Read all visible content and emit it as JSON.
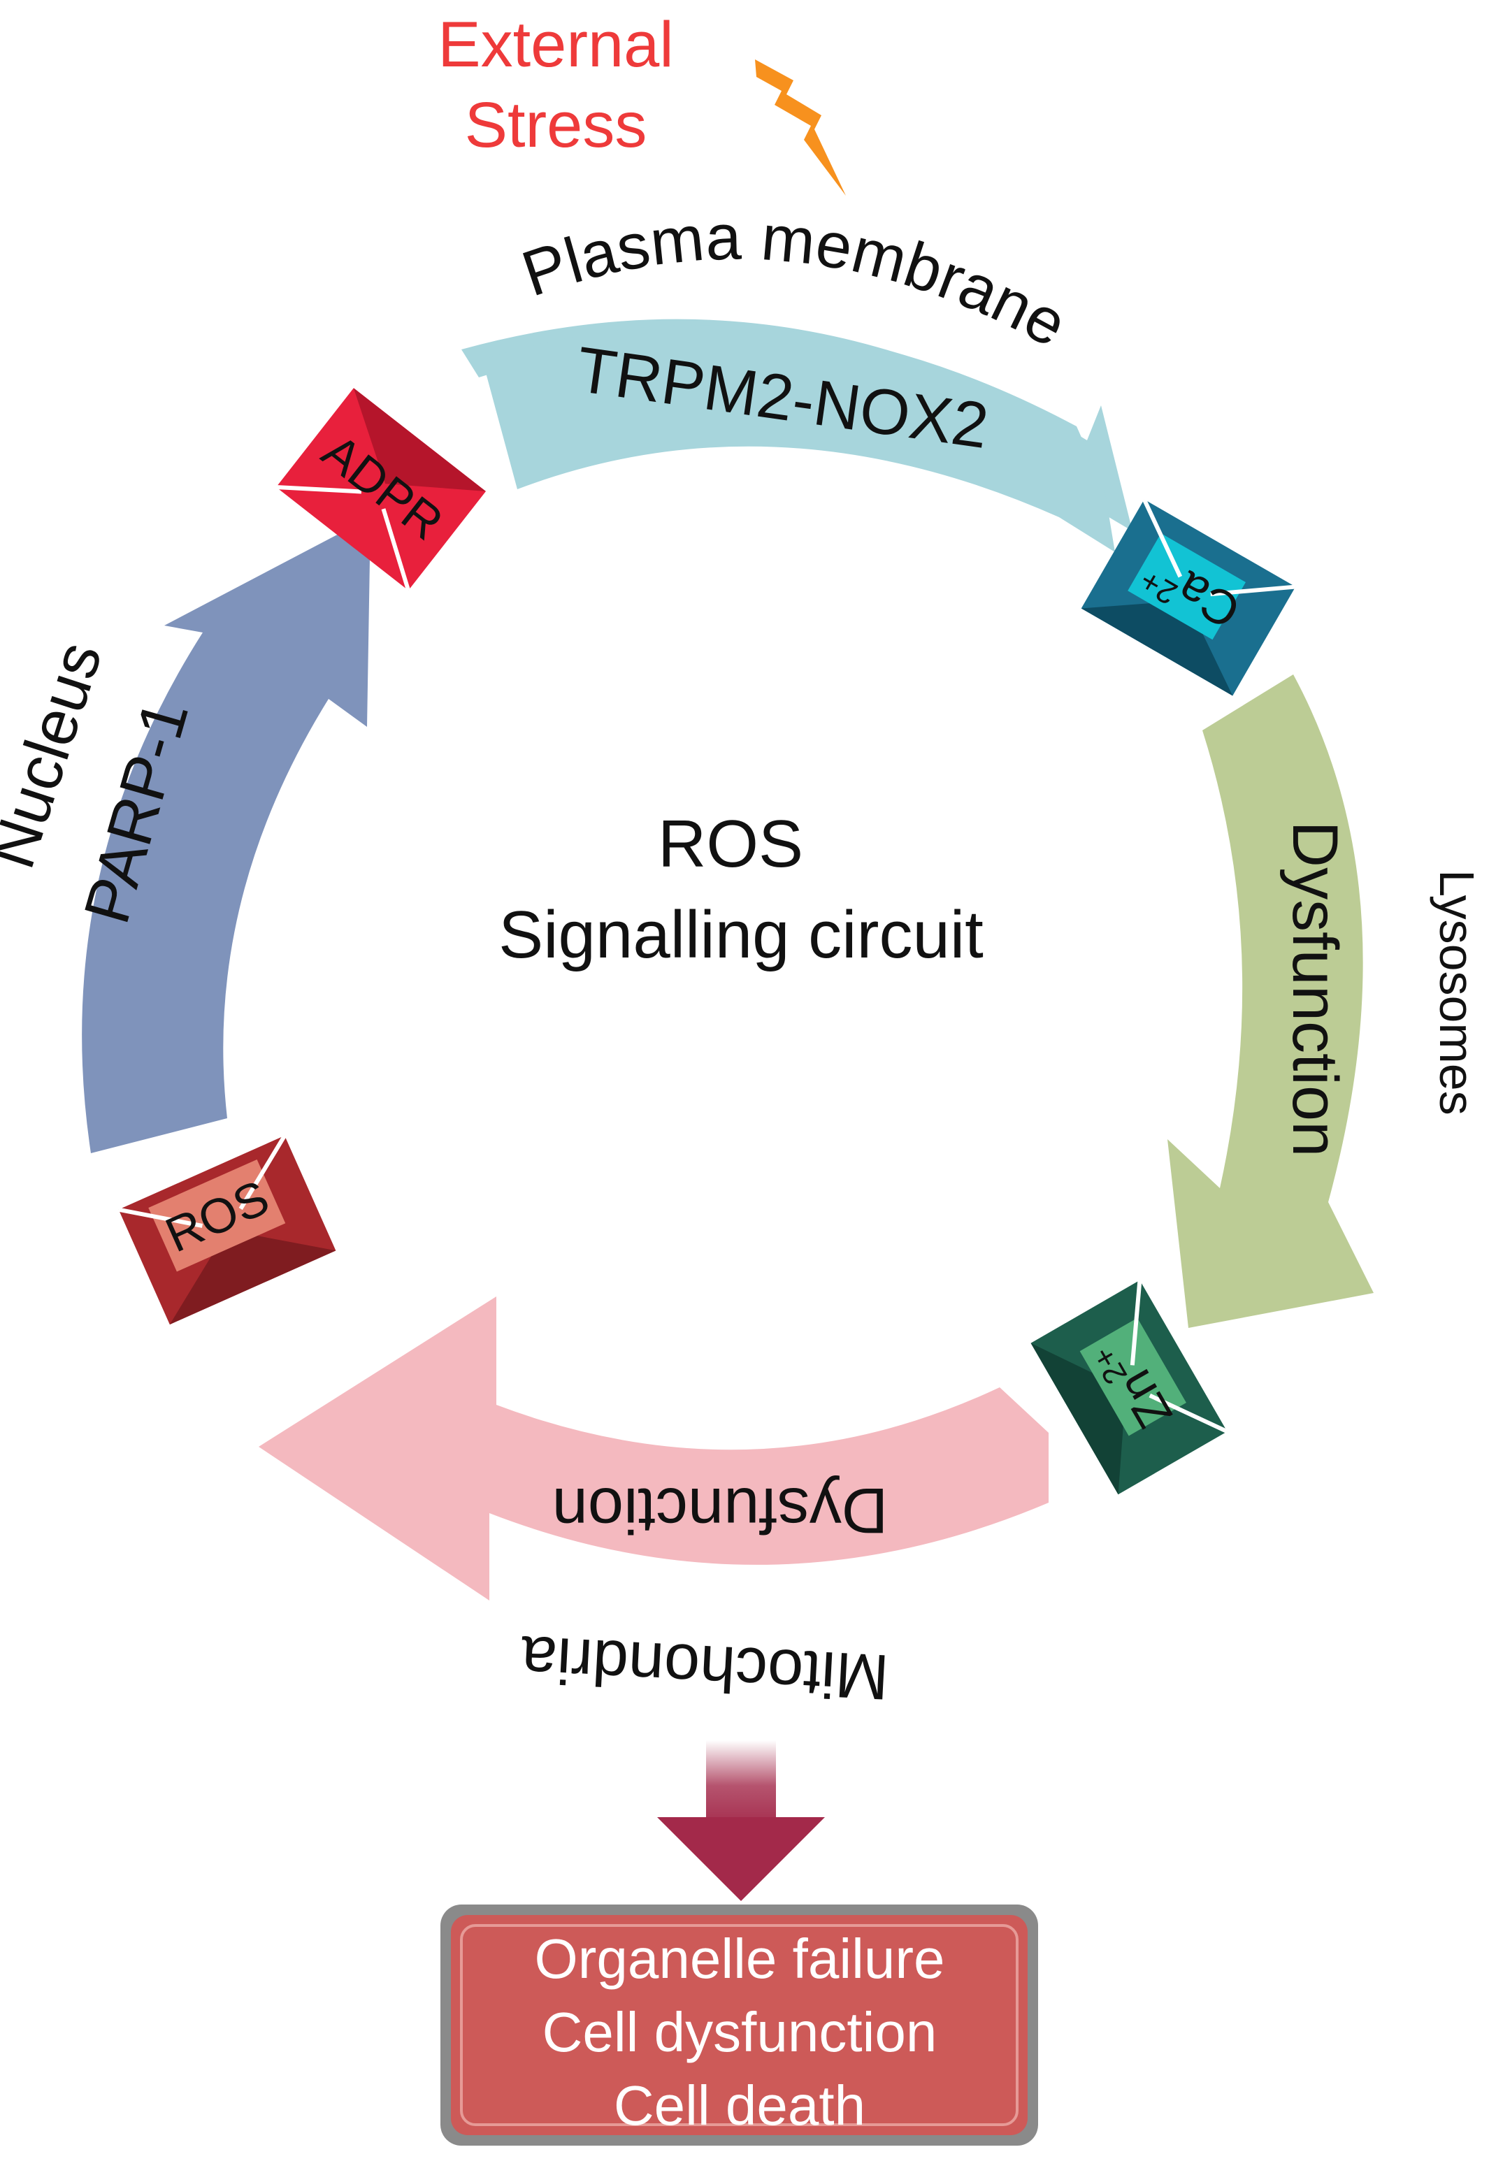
{
  "stimulus": {
    "label_line1": "External",
    "label_line2": "Stress"
  },
  "center": {
    "line1": "ROS",
    "line2": "Signalling circuit"
  },
  "segments": {
    "plasma_membrane": {
      "location": "Plasma membrane",
      "label": "TRPM2-NOX2",
      "color": "#a7d5dc"
    },
    "lysosomes": {
      "location": "Lysosomes",
      "label": "Dysfunction",
      "color": "#bccc95"
    },
    "mitochondria": {
      "location": "Mitochondria",
      "label": "Dysfunction",
      "color": "#f4b9bf"
    },
    "nucleus": {
      "location": "Nucleus",
      "label": "PARP-1",
      "color": "#7f93bb"
    }
  },
  "messengers": {
    "adpr": {
      "label": "ADPR",
      "color": "#e8203c"
    },
    "calcium": {
      "label_base": "Ca",
      "label_sup": "2+",
      "color": "#1a6f8f"
    },
    "zinc": {
      "label_base": "Zn",
      "label_sup": "2+",
      "color": "#1d5e4c"
    },
    "ros": {
      "label": "ROS",
      "color": "#a8282c"
    }
  },
  "outcome": {
    "line1": "Organelle failure",
    "line2": "Cell dysfunction",
    "line3": "Cell death",
    "color": "#cd5a58"
  }
}
